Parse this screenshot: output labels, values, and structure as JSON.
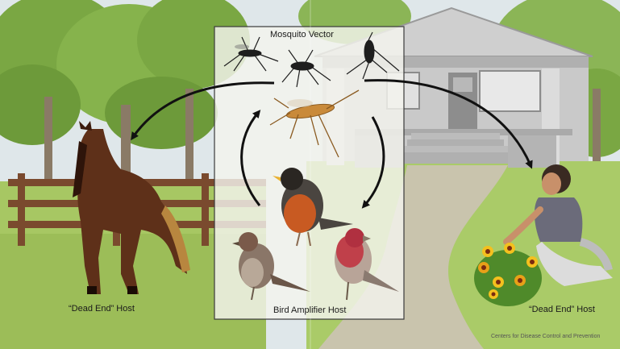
{
  "labels": {
    "vector": "Mosquito Vector",
    "amplifier": "Bird Amplifier Host",
    "dead_end_left": "“Dead End” Host",
    "dead_end_right": "“Dead End” Host",
    "credit": "Centers for Disease Control and Prevention"
  },
  "colors": {
    "sky": "#dbe4e8",
    "grass": "#9ebf58",
    "trees": "#6f9e3a",
    "fence": "#7a4a2e",
    "horse": "#5a2e17",
    "house": "#bdbdbd",
    "path": "#c8c3ae",
    "center_panel": "#f2f2ec",
    "arrow": "#111111",
    "robin_breast": "#c85a22",
    "finch_red": "#c0404a"
  },
  "icons": [
    "mosquito-icon",
    "horse-icon",
    "robin-icon",
    "sparrow-icon",
    "finch-icon",
    "gardener-icon",
    "flower-icon",
    "house-icon"
  ]
}
